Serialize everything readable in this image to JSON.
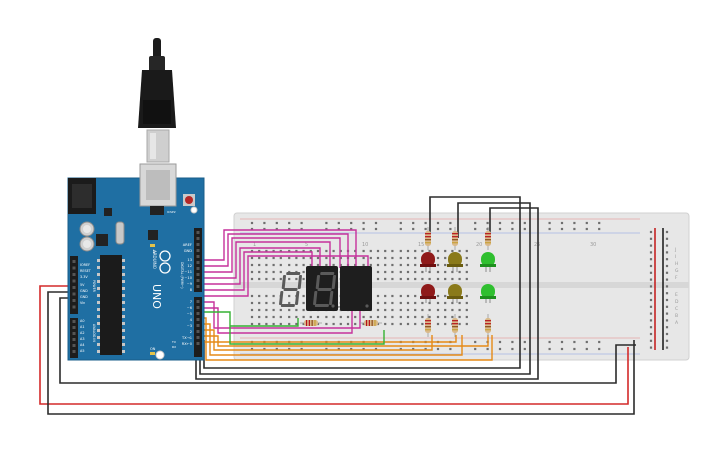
{
  "arduino": {
    "brand": "UNO",
    "logo_text": "ARDUINO",
    "icsp_label": "ICSP2",
    "digital_label": "DIGITAL (PWM~)",
    "analog_label": "ANALOG IN",
    "power_label": "POWER",
    "top_pins": [
      "AREF",
      "GND",
      "13",
      "12",
      "~11",
      "~10",
      "~9",
      "8"
    ],
    "bottom_pins": [
      "7",
      "~6",
      "~5",
      "4",
      "~3",
      "2",
      "TX→1",
      "RX←0"
    ],
    "power_pins": [
      "IOREF",
      "RESET",
      "3.3V",
      "5V",
      "GND",
      "GND",
      "Vin"
    ],
    "analog_pins": [
      "A0",
      "A1",
      "A2",
      "A3",
      "A4",
      "A5"
    ],
    "tx_rx": [
      "TX",
      "RX"
    ],
    "led_l": "L",
    "on_label": "ON"
  },
  "breadboard": {
    "column_numbers": [
      "1",
      "5",
      "10",
      "15",
      "20",
      "25",
      "30"
    ],
    "row_letters_top": [
      "J",
      "I",
      "H",
      "G",
      "F"
    ],
    "row_letters_bottom": [
      "E",
      "D",
      "C",
      "B",
      "A"
    ]
  },
  "display": {
    "digits": "88"
  },
  "colors": {
    "board": "#1f6fa3",
    "breadboard": "#e9e9e9",
    "wire_black": "#2b2b2b",
    "wire_red": "#d42a2a",
    "wire_magenta": "#c6319b",
    "wire_orange": "#e58a16",
    "wire_green": "#35b233",
    "led_red": "#8f1a1a",
    "led_yellow": "#8a7a1a",
    "led_green": "#2fbf2f",
    "seg_display": "#1e1e1e",
    "seg_off": "#5a5a5a"
  }
}
